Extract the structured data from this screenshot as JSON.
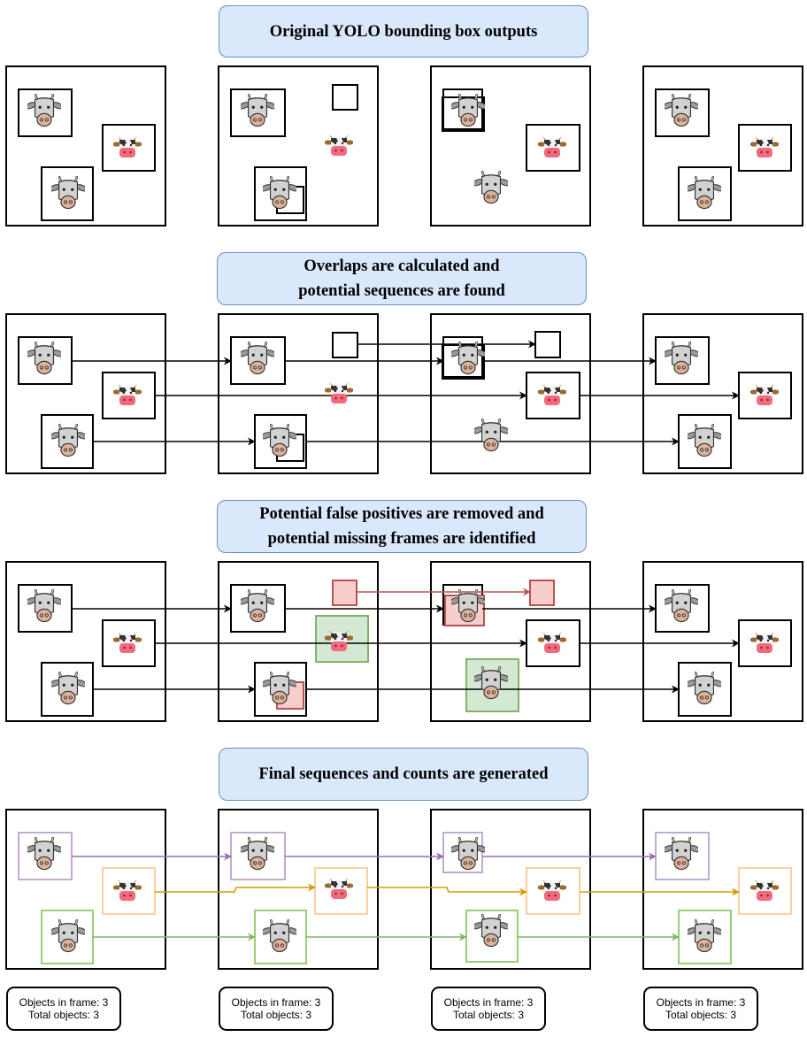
{
  "titles": [
    {
      "lines": [
        "Original YOLO bounding box outputs"
      ]
    },
    {
      "lines": [
        "Overlaps are calculated and",
        "potential sequences are found"
      ]
    },
    {
      "lines": [
        "Potential false positives are removed and",
        "potential missing frames are identified"
      ]
    },
    {
      "lines": [
        "Final sequences and counts are generated"
      ]
    }
  ],
  "counts": [
    {
      "in_frame": "Objects in frame: 3",
      "total": "Total objects: 3"
    },
    {
      "in_frame": "Objects in frame: 3",
      "total": "Total objects: 3"
    },
    {
      "in_frame": "Objects in frame: 3",
      "total": "Total objects: 3"
    },
    {
      "in_frame": "Objects in frame: 3",
      "total": "Total objects: 3"
    }
  ],
  "colors": {
    "title_fill": "#dae8fc",
    "title_stroke": "#6c8ebf",
    "false_positive_fill": "#f8cecc",
    "false_positive_stroke": "#b85450",
    "missing_frame_fill": "#d5e8d4",
    "missing_frame_stroke": "#82b366",
    "sequence_purple": "#9673a6",
    "sequence_orange": "#d79b00",
    "sequence_green": "#82b366",
    "box_purple": "#c3abd0",
    "box_orange": "#ffce9f",
    "box_green": "#97d077"
  },
  "icons": {
    "grey_cow": "cow-face-icon",
    "red_cow": "cow-emoji-icon"
  }
}
